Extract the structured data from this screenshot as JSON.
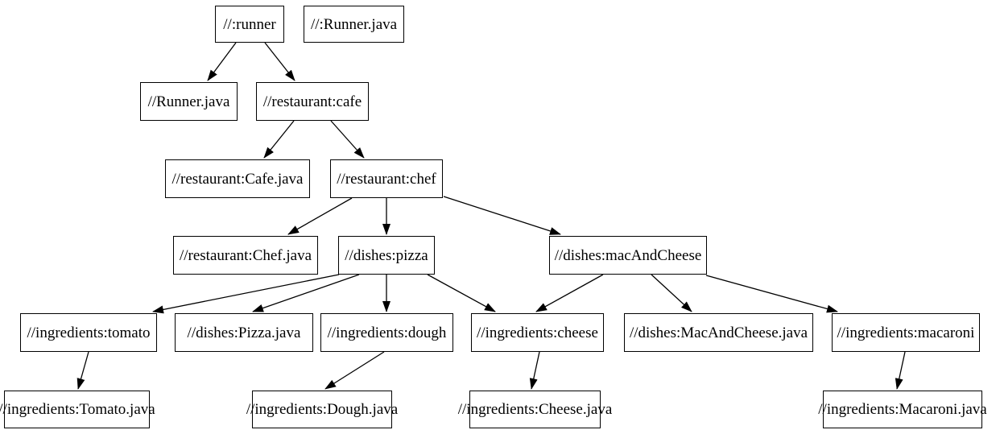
{
  "diagram": {
    "type": "dependency-graph",
    "colors": {
      "background": "#ffffff",
      "node_fill": "#ffffff",
      "node_border": "#000000",
      "edge": "#000000",
      "text": "#000000"
    },
    "nodes": [
      {
        "id": "runner",
        "label": "//:runner"
      },
      {
        "id": "runner-java-target",
        "label": "//:Runner.java"
      },
      {
        "id": "runner-java",
        "label": "//Runner.java"
      },
      {
        "id": "cafe",
        "label": "//restaurant:cafe"
      },
      {
        "id": "cafe-java",
        "label": "//restaurant:Cafe.java"
      },
      {
        "id": "chef",
        "label": "//restaurant:chef"
      },
      {
        "id": "chef-java",
        "label": "//restaurant:Chef.java"
      },
      {
        "id": "pizza",
        "label": "//dishes:pizza"
      },
      {
        "id": "mac-and-cheese",
        "label": "//dishes:macAndCheese"
      },
      {
        "id": "tomato",
        "label": "//ingredients:tomato"
      },
      {
        "id": "pizza-java",
        "label": "//dishes:Pizza.java"
      },
      {
        "id": "dough",
        "label": "//ingredients:dough"
      },
      {
        "id": "cheese",
        "label": "//ingredients:cheese"
      },
      {
        "id": "mac-and-cheese-java",
        "label": "//dishes:MacAndCheese.java"
      },
      {
        "id": "macaroni",
        "label": "//ingredients:macaroni"
      },
      {
        "id": "tomato-java",
        "label": "//ingredients:Tomato.java"
      },
      {
        "id": "dough-java",
        "label": "//ingredients:Dough.java"
      },
      {
        "id": "cheese-java",
        "label": "//ingredients:Cheese.java"
      },
      {
        "id": "macaroni-java",
        "label": "//ingredients:Macaroni.java"
      }
    ],
    "edges": [
      {
        "from": "//:runner",
        "to": "//Runner.java"
      },
      {
        "from": "//:runner",
        "to": "//restaurant:cafe"
      },
      {
        "from": "//restaurant:cafe",
        "to": "//restaurant:Cafe.java"
      },
      {
        "from": "//restaurant:cafe",
        "to": "//restaurant:chef"
      },
      {
        "from": "//restaurant:chef",
        "to": "//restaurant:Chef.java"
      },
      {
        "from": "//restaurant:chef",
        "to": "//dishes:pizza"
      },
      {
        "from": "//restaurant:chef",
        "to": "//dishes:macAndCheese"
      },
      {
        "from": "//dishes:pizza",
        "to": "//ingredients:tomato"
      },
      {
        "from": "//dishes:pizza",
        "to": "//dishes:Pizza.java"
      },
      {
        "from": "//dishes:pizza",
        "to": "//ingredients:dough"
      },
      {
        "from": "//dishes:pizza",
        "to": "//ingredients:cheese"
      },
      {
        "from": "//dishes:macAndCheese",
        "to": "//ingredients:cheese"
      },
      {
        "from": "//dishes:macAndCheese",
        "to": "//dishes:MacAndCheese.java"
      },
      {
        "from": "//dishes:macAndCheese",
        "to": "//ingredients:macaroni"
      },
      {
        "from": "//ingredients:tomato",
        "to": "//ingredients:Tomato.java"
      },
      {
        "from": "//ingredients:dough",
        "to": "//ingredients:Dough.java"
      },
      {
        "from": "//ingredients:cheese",
        "to": "//ingredients:Cheese.java"
      },
      {
        "from": "//ingredients:macaroni",
        "to": "//ingredients:Macaroni.java"
      }
    ]
  }
}
